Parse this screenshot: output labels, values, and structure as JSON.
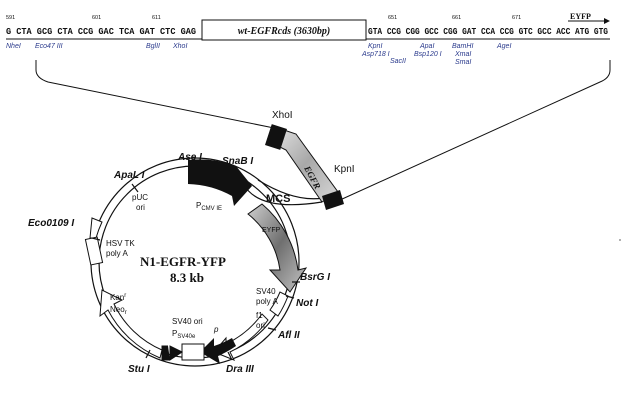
{
  "sequence": {
    "left_text": "G CTA GCG CTA CCG GAC TCA GAT CTC GAG",
    "insert_label": "wt-EGFRcds (3630bp)",
    "right_text": "GTA CCG CGG GCC CGG GAT CCA CCG GTC GCC ACC ATG GTG",
    "eyfp_label": "EYFP",
    "ticks": [
      "591",
      "601",
      "611",
      "651",
      "661",
      "671"
    ],
    "sites_below": [
      "NheI",
      "Eco47 III",
      "BglII",
      "XhoI",
      "KpnI",
      "Asp718 I",
      "SacII",
      "ApaI",
      "Bsp120 I",
      "BamHI",
      "XmaI",
      "SmaI",
      "AgeI"
    ]
  },
  "insert": {
    "label": "EGFR",
    "left_site": "XhoI",
    "right_site": "KpnI"
  },
  "plasmid": {
    "name": "N1-EGFR-YFP",
    "size": "8.3 kb",
    "sites": {
      "apali": "ApaL I",
      "asei": "Ase I",
      "snabi": "SnaB I",
      "mcs": "MCS",
      "eco0109i": "Eco0109 I",
      "bsrgi": "BsrG I",
      "noti": "Not I",
      "aflii": "Afl II",
      "draiii": "Dra III",
      "stui": "Stu I"
    },
    "features": {
      "puc_ori_1": "pUC",
      "puc_ori_2": "ori",
      "pcmv_p": "P",
      "pcmv_sub": "CMV IE",
      "eyfp": "EYFP",
      "hsvtk_1": "HSV TK",
      "hsvtk_2": "poly A",
      "sv40pa_1": "SV40",
      "sv40pa_2": "poly A",
      "f1_1": "f1",
      "f1_2": "ori",
      "kan": "Kan",
      "kan_sup": "r",
      "neo": "Neo",
      "neo_sup": "r",
      "sv40ori": "SV40 ori",
      "psv40_p": "P",
      "psv40_sub": "SV40",
      "psv40_e": "e",
      "p_small": "p"
    }
  },
  "colors": {
    "ink": "#111111",
    "handwriting": "#2a3a8c",
    "egfr_fill": "#b8b8b8",
    "eyfp_fill": "#9a9a9a"
  }
}
